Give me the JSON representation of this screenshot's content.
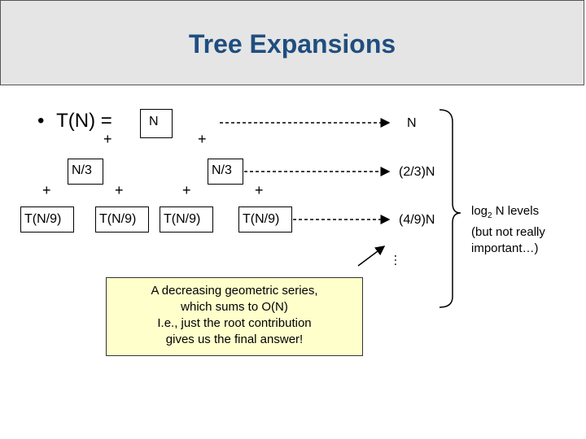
{
  "slide": {
    "title": "Tree Expansions"
  },
  "diagram": {
    "recurrence_label": "T(N) =",
    "root": "N",
    "level1": [
      "N/3",
      "N/3"
    ],
    "level2": [
      "T(N/9)",
      "T(N/9)",
      "T(N/9)",
      "T(N/9)"
    ],
    "plus": "+",
    "level_sums": [
      "N",
      "(2/3)N",
      "(4/9)N"
    ],
    "ellipsis": "…",
    "levels_note_prefix": "log",
    "levels_note_sub": "2",
    "levels_note_rest": " N levels",
    "levels_note_line2": "(but not really",
    "levels_note_line3": "important…)"
  },
  "callout": {
    "lines": [
      "A decreasing geometric series,",
      "which sums to O(N)",
      "I.e., just the root contribution",
      "gives us the final answer!"
    ]
  }
}
